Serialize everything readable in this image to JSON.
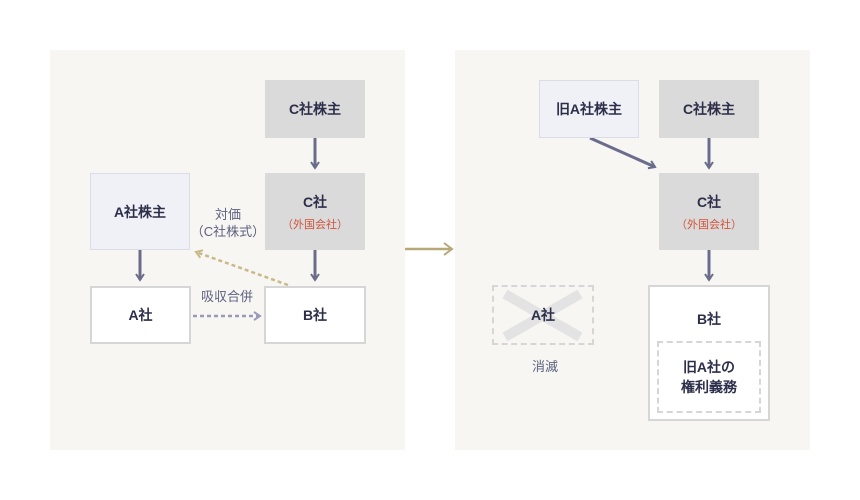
{
  "before": {
    "c_shareholders": "C社株主",
    "c_company": "C社",
    "c_company_note": "（外国会社）",
    "a_shareholders": "A社株主",
    "a_company": "A社",
    "b_company": "B社",
    "consideration_line1": "対価",
    "consideration_line2": "（C社株式）",
    "merger_label": "吸収合併"
  },
  "after": {
    "old_a_shareholders": "旧A社株主",
    "c_shareholders": "C社株主",
    "c_company": "C社",
    "c_company_note": "（外国会社）",
    "a_company": "A社",
    "extinct_label": "消滅",
    "b_company": "B社",
    "rights_line1": "旧A社の",
    "rights_line2": "権利義務"
  },
  "colors": {
    "panel_bg": "#f7f6f2",
    "gray_box": "#dadada",
    "lavender_box": "#f0f0f7",
    "arrow": "#6b6c8c",
    "consideration_arrow": "#c9b98a",
    "merger_arrow": "#9a9bb8",
    "transition_arrow": "#b7a87a",
    "foreign_note": "#d0533a"
  }
}
